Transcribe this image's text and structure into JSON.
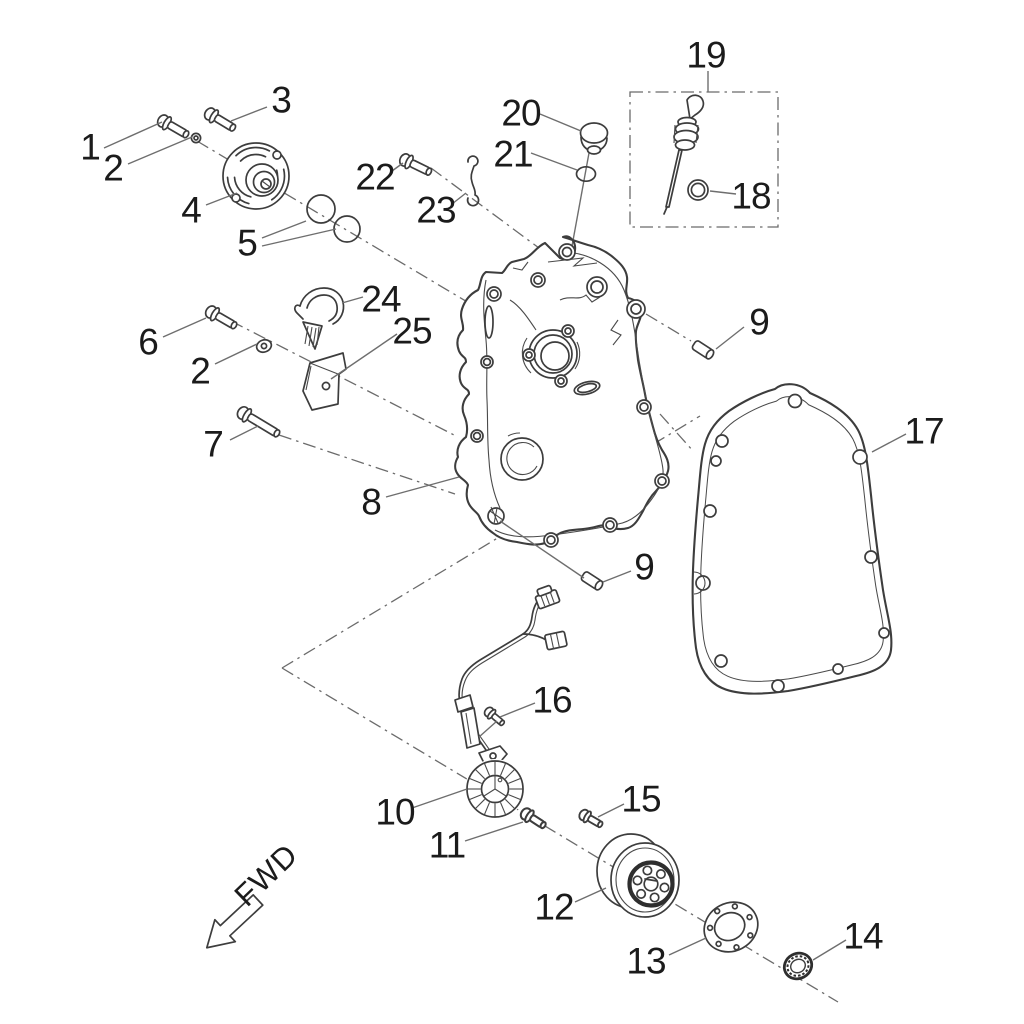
{
  "colors": {
    "background": "#ffffff",
    "part_outline": "#3d3d3d",
    "leader_line": "#6e6e6e",
    "axis_line": "#6b6b6b",
    "label_text": "#1b1b1b"
  },
  "callouts": [
    {
      "id": "1",
      "text": "1"
    },
    {
      "id": "2a",
      "text": "2"
    },
    {
      "id": "3",
      "text": "3"
    },
    {
      "id": "4",
      "text": "4"
    },
    {
      "id": "5",
      "text": "5"
    },
    {
      "id": "22",
      "text": "22"
    },
    {
      "id": "23",
      "text": "23"
    },
    {
      "id": "20",
      "text": "20"
    },
    {
      "id": "21",
      "text": "21"
    },
    {
      "id": "19",
      "text": "19"
    },
    {
      "id": "18",
      "text": "18"
    },
    {
      "id": "6",
      "text": "6"
    },
    {
      "id": "2b",
      "text": "2"
    },
    {
      "id": "24",
      "text": "24"
    },
    {
      "id": "25",
      "text": "25"
    },
    {
      "id": "7",
      "text": "7"
    },
    {
      "id": "9a",
      "text": "9"
    },
    {
      "id": "17",
      "text": "17"
    },
    {
      "id": "8",
      "text": "8"
    },
    {
      "id": "9b",
      "text": "9"
    },
    {
      "id": "16",
      "text": "16"
    },
    {
      "id": "10",
      "text": "10"
    },
    {
      "id": "15",
      "text": "15"
    },
    {
      "id": "11",
      "text": "11"
    },
    {
      "id": "12",
      "text": "12"
    },
    {
      "id": "13",
      "text": "13"
    },
    {
      "id": "14",
      "text": "14"
    }
  ],
  "direction_indicator": {
    "label": "FWD"
  }
}
